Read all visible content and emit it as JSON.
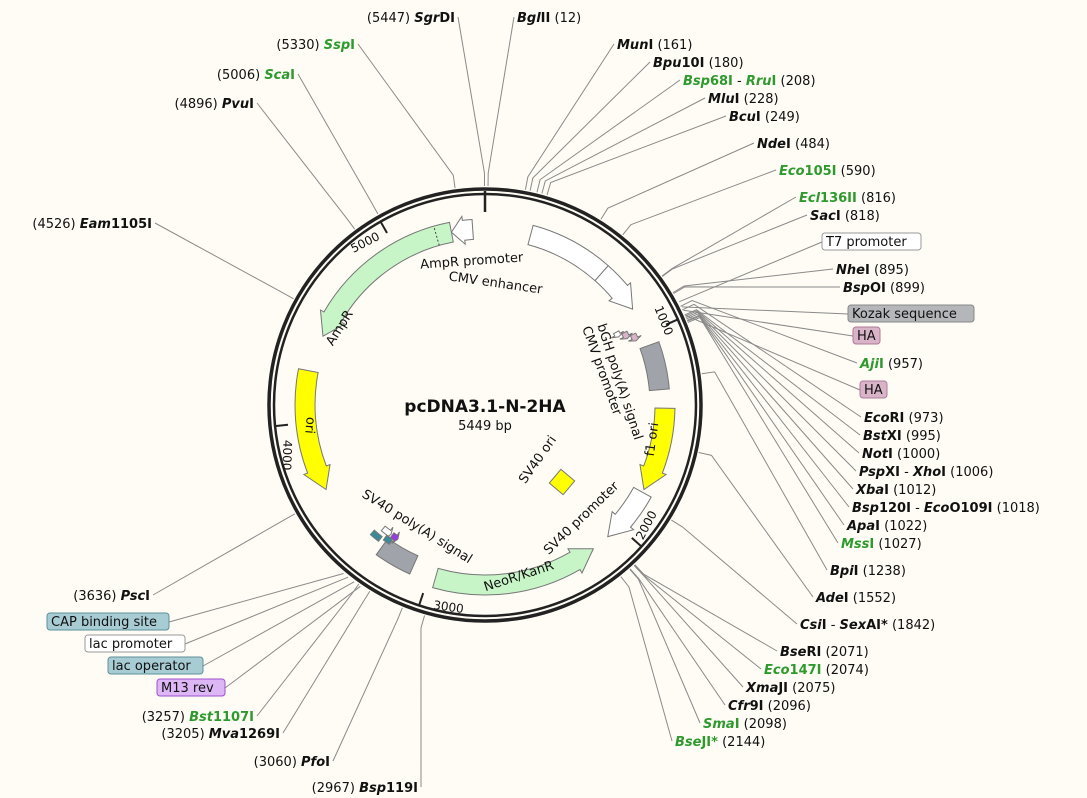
{
  "plasmid": {
    "name": "pcDNA3.1-N-2HA",
    "length": "5449 bp",
    "total_bp": 5449
  },
  "colors": {
    "black": "#111111",
    "green": "#2e9a2e",
    "resistance": "#c8f5c8",
    "ori": "#ffff00",
    "grey": "#a0a4aa",
    "ha": "#d9b4c8",
    "teal": "#a8ccd4",
    "m13": "#dcb6f5"
  },
  "ticks": [
    "1000",
    "2000",
    "3000",
    "4000",
    "5000"
  ],
  "features": [
    {
      "label": "AmpR promoter"
    },
    {
      "label": "CMV enhancer"
    },
    {
      "label": "AmpR"
    },
    {
      "label": "ori"
    },
    {
      "label": "bGH poly(A) signal"
    },
    {
      "label": "CMV promoter"
    },
    {
      "label": "f1 ori"
    },
    {
      "label": "SV40 ori"
    },
    {
      "label": "SV40 promoter"
    },
    {
      "label": "NeoR/KanR"
    },
    {
      "label": "SV40 poly(A) signal"
    }
  ],
  "feature_tags": [
    {
      "label": "T7 promoter",
      "style": "white"
    },
    {
      "label": "Kozak sequence",
      "style": "grey"
    },
    {
      "label": "HA",
      "style": "ha"
    },
    {
      "label": "HA",
      "style": "ha"
    },
    {
      "label": "CAP binding site",
      "style": "teal"
    },
    {
      "label": "lac promoter",
      "style": "white"
    },
    {
      "label": "lac operator",
      "style": "teal"
    },
    {
      "label": "M13 rev",
      "style": "m13"
    }
  ],
  "enzymes": [
    {
      "parts": [
        [
          "Sgr",
          "DI"
        ]
      ],
      "pos": "5447",
      "color": "black",
      "site": 5447
    },
    {
      "parts": [
        [
          "Bgl",
          "II"
        ]
      ],
      "pos": "12",
      "color": "black",
      "site": 12
    },
    {
      "parts": [
        [
          "Mun",
          "I"
        ]
      ],
      "pos": "161",
      "color": "black",
      "site": 161
    },
    {
      "parts": [
        [
          "Bpu",
          "10I"
        ]
      ],
      "pos": "180",
      "color": "black",
      "site": 180
    },
    {
      "parts": [
        [
          "Bsp",
          "68I"
        ],
        [
          "Rru",
          "I"
        ]
      ],
      "pos": "208",
      "color": "green",
      "site": 208
    },
    {
      "parts": [
        [
          "Mlu",
          "I"
        ]
      ],
      "pos": "228",
      "color": "black",
      "site": 228
    },
    {
      "parts": [
        [
          "Bcu",
          "I"
        ]
      ],
      "pos": "249",
      "color": "black",
      "site": 249
    },
    {
      "parts": [
        [
          "Nde",
          "I"
        ]
      ],
      "pos": "484",
      "color": "black",
      "site": 484
    },
    {
      "parts": [
        [
          "Eco",
          "105I"
        ]
      ],
      "pos": "590",
      "color": "green",
      "site": 590
    },
    {
      "parts": [
        [
          "Ecl",
          "136II"
        ]
      ],
      "pos": "816",
      "color": "green",
      "site": 816
    },
    {
      "parts": [
        [
          "Sac",
          "I"
        ]
      ],
      "pos": "818",
      "color": "black",
      "site": 818
    },
    {
      "parts": [
        [
          "Nhe",
          "I"
        ]
      ],
      "pos": "895",
      "color": "black",
      "site": 895
    },
    {
      "parts": [
        [
          "Bsp",
          "OI"
        ]
      ],
      "pos": "899",
      "color": "black",
      "site": 899
    },
    {
      "parts": [
        [
          "Aji",
          "I"
        ]
      ],
      "pos": "957",
      "color": "green",
      "site": 957
    },
    {
      "parts": [
        [
          "Eco",
          "RI"
        ]
      ],
      "pos": "973",
      "color": "black",
      "site": 973
    },
    {
      "parts": [
        [
          "Bst",
          "XI"
        ]
      ],
      "pos": "995",
      "color": "black",
      "site": 995
    },
    {
      "parts": [
        [
          "Not",
          "I"
        ]
      ],
      "pos": "1000",
      "color": "black",
      "site": 1000
    },
    {
      "parts": [
        [
          "Psp",
          "XI"
        ],
        [
          "Xho",
          "I"
        ]
      ],
      "pos": "1006",
      "color": "black",
      "site": 1006
    },
    {
      "parts": [
        [
          "Xba",
          "I"
        ]
      ],
      "pos": "1012",
      "color": "black",
      "site": 1012
    },
    {
      "parts": [
        [
          "Bsp",
          "120I"
        ],
        [
          "Eco",
          "O109I"
        ]
      ],
      "pos": "1018",
      "color": "black",
      "site": 1018
    },
    {
      "parts": [
        [
          "Apa",
          "I"
        ]
      ],
      "pos": "1022",
      "color": "black",
      "site": 1022
    },
    {
      "parts": [
        [
          "Mss",
          "I"
        ]
      ],
      "pos": "1027",
      "color": "green",
      "site": 1027
    },
    {
      "parts": [
        [
          "Bpi",
          "I"
        ]
      ],
      "pos": "1238",
      "color": "black",
      "site": 1238
    },
    {
      "parts": [
        [
          "Ade",
          "I"
        ]
      ],
      "pos": "1552",
      "color": "black",
      "site": 1552
    },
    {
      "parts": [
        [
          "Csi",
          "I"
        ],
        [
          "Sex",
          "AI*"
        ]
      ],
      "pos": "1842",
      "color": "black",
      "site": 1842
    },
    {
      "parts": [
        [
          "Bse",
          "RI"
        ]
      ],
      "pos": "2071",
      "color": "black",
      "site": 2071
    },
    {
      "parts": [
        [
          "Eco",
          "147I"
        ]
      ],
      "pos": "2074",
      "color": "green",
      "site": 2074
    },
    {
      "parts": [
        [
          "Xma",
          "JI"
        ]
      ],
      "pos": "2075",
      "color": "black",
      "site": 2075
    },
    {
      "parts": [
        [
          "Cfr",
          "9I"
        ]
      ],
      "pos": "2096",
      "color": "black",
      "site": 2096
    },
    {
      "parts": [
        [
          "Sma",
          "I"
        ]
      ],
      "pos": "2098",
      "color": "green",
      "site": 2098
    },
    {
      "parts": [
        [
          "Bse",
          "JI*"
        ]
      ],
      "pos": "2144",
      "color": "green",
      "site": 2144
    },
    {
      "parts": [
        [
          "Bsp",
          "119I"
        ]
      ],
      "pos": "2967",
      "color": "black",
      "site": 2967
    },
    {
      "parts": [
        [
          "Pfo",
          "I"
        ]
      ],
      "pos": "3060",
      "color": "black",
      "site": 3060
    },
    {
      "parts": [
        [
          "Mva",
          "1269I"
        ]
      ],
      "pos": "3205",
      "color": "black",
      "site": 3205
    },
    {
      "parts": [
        [
          "Bst",
          "1107I"
        ]
      ],
      "pos": "3257",
      "color": "green",
      "site": 3257
    },
    {
      "parts": [
        [
          "Psc",
          "I"
        ]
      ],
      "pos": "3636",
      "color": "black",
      "site": 3636
    },
    {
      "parts": [
        [
          "Eam",
          "1105I"
        ]
      ],
      "pos": "4526",
      "color": "black",
      "site": 4526
    },
    {
      "parts": [
        [
          "Pvu",
          "I"
        ]
      ],
      "pos": "4896",
      "color": "black",
      "site": 4896
    },
    {
      "parts": [
        [
          "Sca",
          "I"
        ]
      ],
      "pos": "5006",
      "color": "green",
      "site": 5006
    },
    {
      "parts": [
        [
          "Ssp",
          "I"
        ]
      ],
      "pos": "5330",
      "color": "green",
      "site": 5330
    }
  ]
}
